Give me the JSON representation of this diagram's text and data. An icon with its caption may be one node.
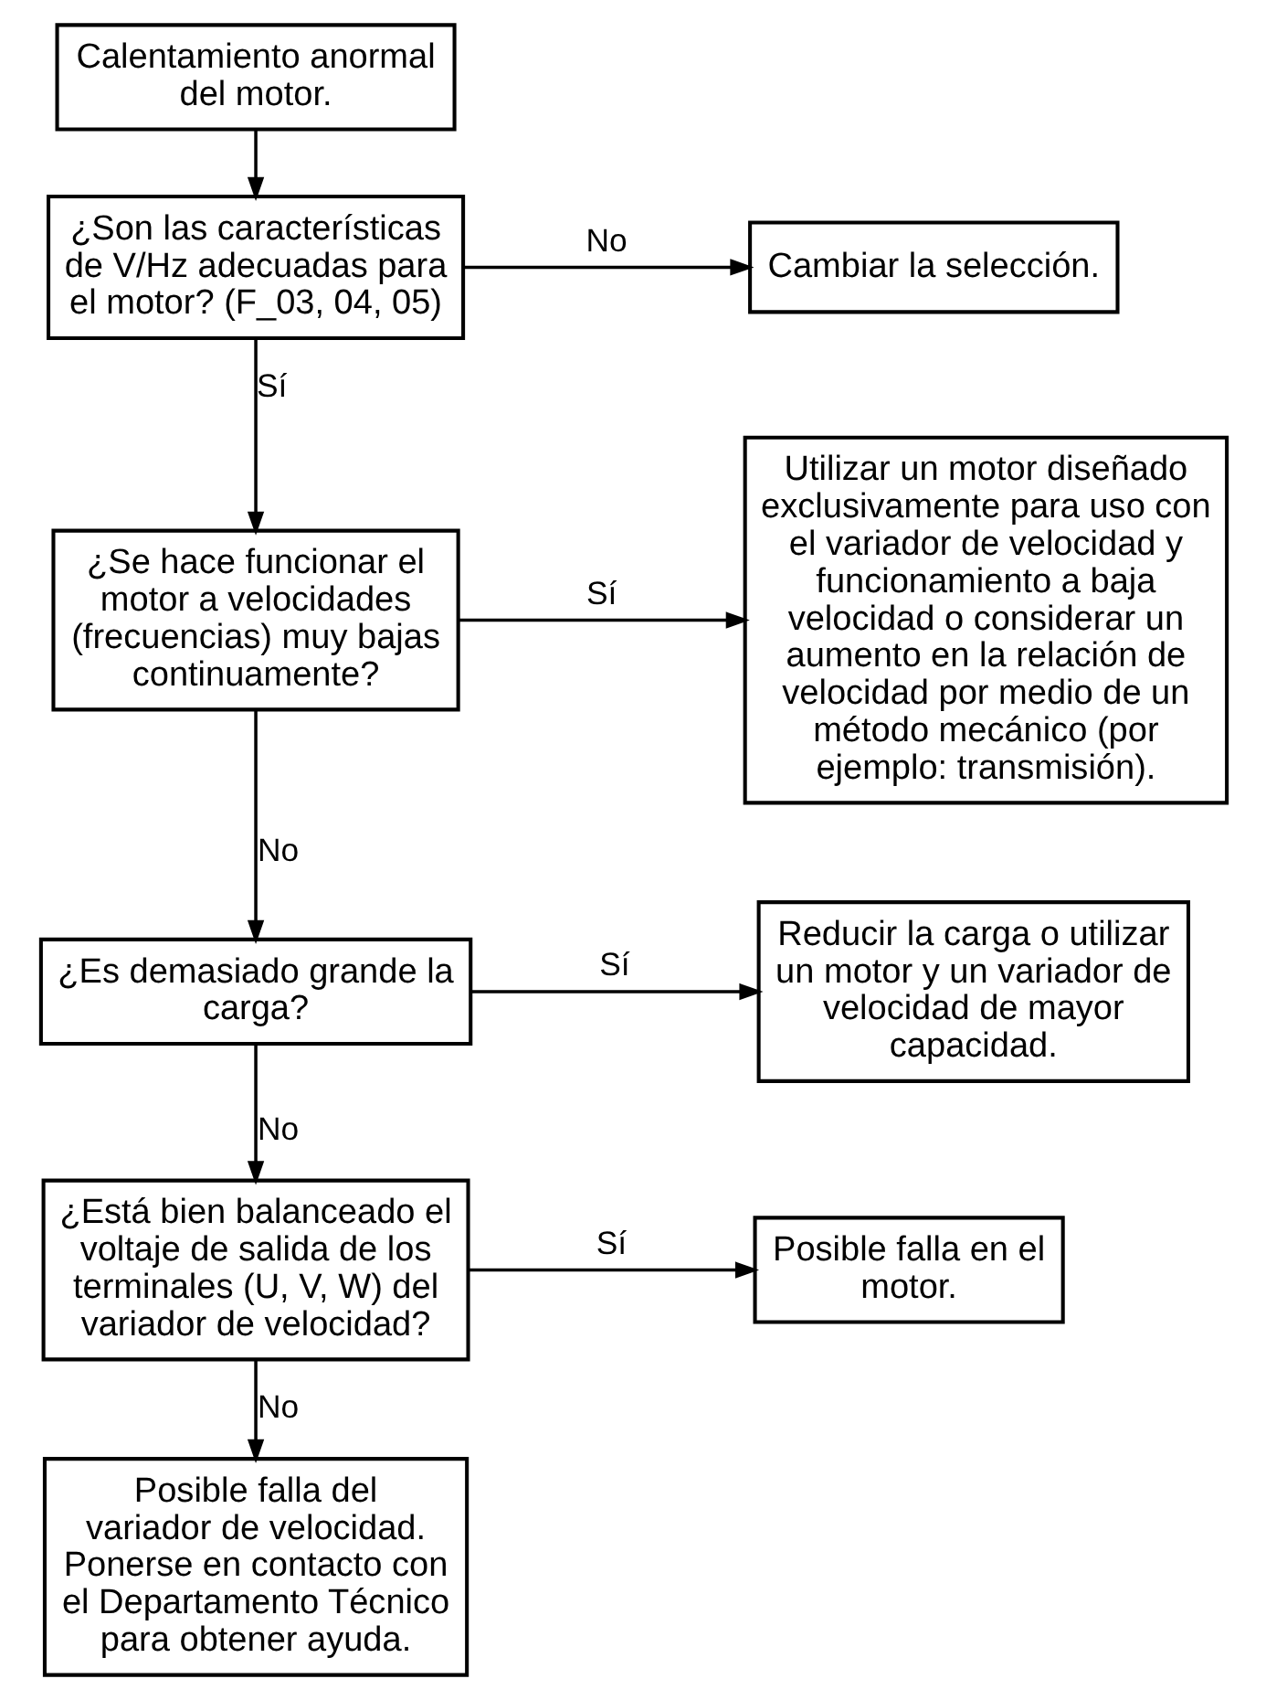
{
  "diagram": {
    "nodes": [
      {
        "text": [
          "Calentamiento anormal del motor."
        ]
      },
      {
        "text": [
          "¿Son las características de V/Hz adecuadas para el motor? (F_03, 04, 05)"
        ]
      },
      {
        "text": [
          "Cambiar la selección."
        ]
      },
      {
        "text": [
          "¿Se hace funcionar el motor a velocidades (frecuencias) muy bajas continuamente?"
        ]
      },
      {
        "text": [
          "Utilizar un motor diseñado exclusivamente para uso con el variador de velocidad y funcionamiento a baja velocidad o considerar un aumento en la relación de velocidad por medio de un método mecánico (por ejemplo: transmisión)."
        ]
      },
      {
        "text": [
          "¿Es demasiado grande la carga?"
        ]
      },
      {
        "text": [
          "Reducir la carga o utilizar un motor y un variador de velocidad de mayor capacidad."
        ]
      },
      {
        "text": [
          "¿Está bien balanceado el voltaje de salida de los terminales (U, V, W) del variador de velocidad?"
        ]
      },
      {
        "text": [
          "Posible falla en el motor."
        ]
      },
      {
        "text": [
          "Posible falla del variador de velocidad. Ponerse en contacto con el Departamento Técnico para obtener ayuda."
        ]
      }
    ],
    "edges": [
      {
        "from": 0,
        "to": 1,
        "arrow": "to"
      },
      {
        "from": 1,
        "to": 2,
        "arrow": "to",
        "label": "No"
      },
      {
        "from": 1,
        "to": 3,
        "arrow": "to",
        "label": "Sí"
      },
      {
        "from": 3,
        "to": 4,
        "arrow": "to",
        "label": "Sí"
      },
      {
        "from": 3,
        "to": 5,
        "arrow": "to",
        "label": "No"
      },
      {
        "from": 5,
        "to": 6,
        "arrow": "to",
        "label": "Sí"
      },
      {
        "from": 5,
        "to": 7,
        "arrow": "to",
        "label": "No"
      },
      {
        "from": 7,
        "to": 8,
        "arrow": "to",
        "label": "Sí"
      },
      {
        "from": 7,
        "to": 9,
        "arrow": "to",
        "label": "No"
      }
    ]
  }
}
